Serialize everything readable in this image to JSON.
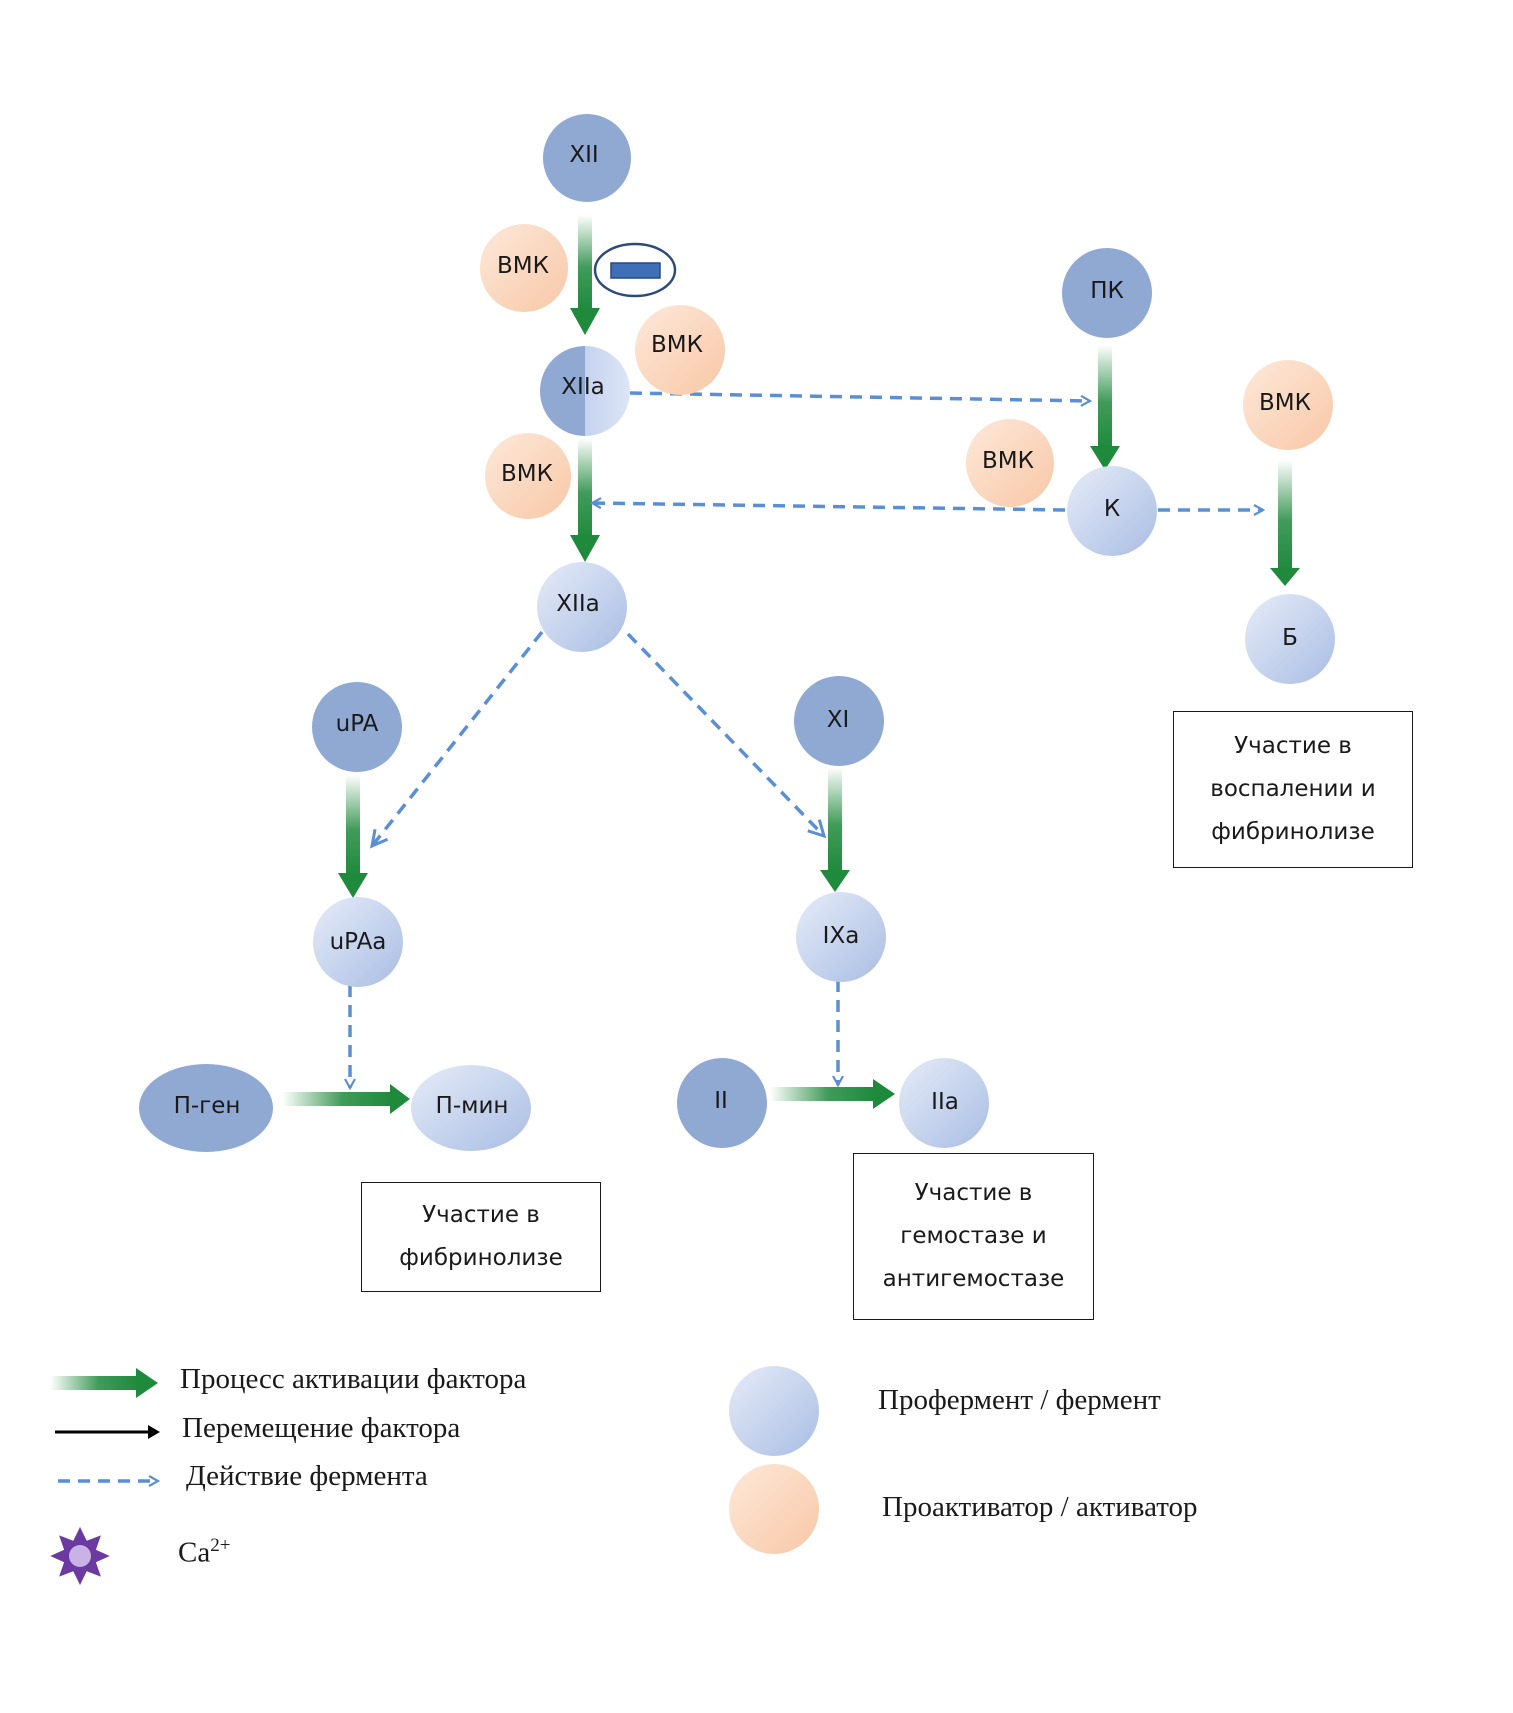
{
  "colors": {
    "enzyme_dark": "#8fa9d3",
    "enzyme_light_start": "#e6ecf8",
    "enzyme_light_end": "#a9bde3",
    "activator_start": "#fde9da",
    "activator_end": "#f8c7a6",
    "activation_arrow": "#1f8a3c",
    "enzyme_action_arrow": "#5b8fd4",
    "calcium_star": "#6b3aa0",
    "inhibitor_bar": "#3e6fb7",
    "inhibitor_ring": "#2c4a7a"
  },
  "nodes": {
    "xii": "XII",
    "vmk_1": "ВМК",
    "xiia_1": "XIIa",
    "vmk_2": "ВМК",
    "vmk_3": "ВМК",
    "xiia_2": "XIIa",
    "pk": "ПК",
    "vmk_4": "ВМК",
    "k": "К",
    "vmk_5": "ВМК",
    "b": "Б",
    "upa": "uPA",
    "upaa": "uPAa",
    "xi": "XI",
    "ixa": "IXa",
    "p_gen": "П-ген",
    "p_min": "П-мин",
    "ii": "II",
    "iia": "IIa"
  },
  "boxes": {
    "inflammation": "Участие в\nвоспалении и\nфибринолизе",
    "fibrinolysis": "Участие в\nфибринолизе",
    "hemostasis": "Участие в\nгемостазе и\nантигемостазе"
  },
  "legend": {
    "activation": "Процесс активации фактора",
    "movement": "Перемещение фактора",
    "enzyme_action": "Действие фермента",
    "calcium_base": "Ca",
    "calcium_sup": "2+",
    "enzyme": "Профермент / фермент",
    "activator": "Проактиватор / активатор"
  }
}
